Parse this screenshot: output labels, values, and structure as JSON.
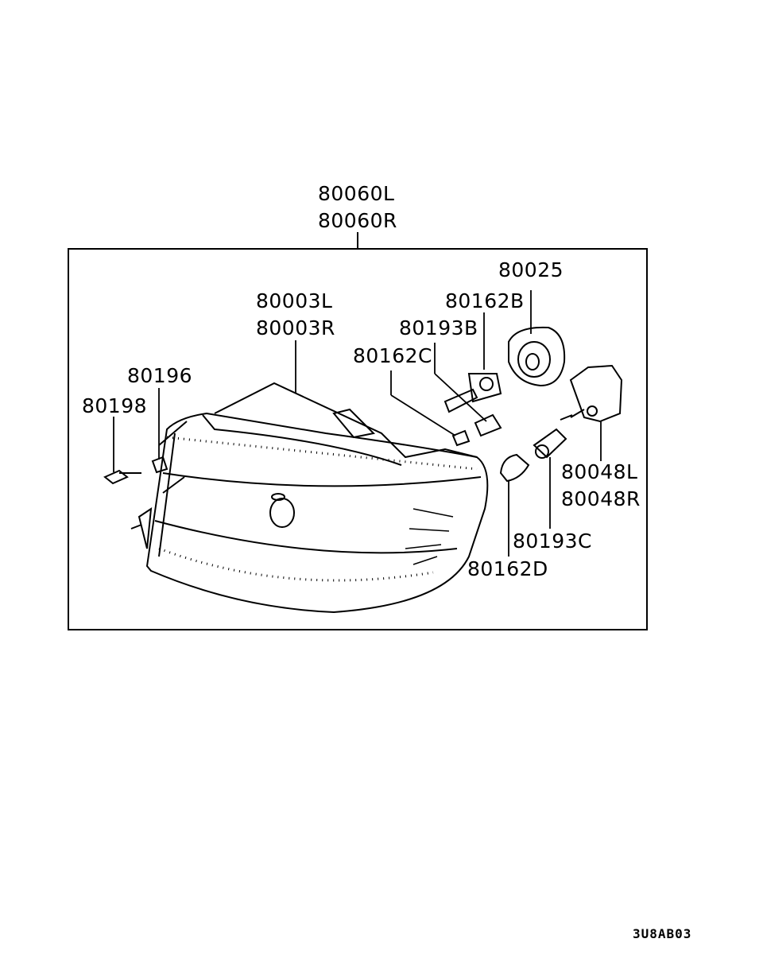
{
  "assembly_labels": [
    "80060L",
    "80060R"
  ],
  "parts": {
    "p80025": "80025",
    "p80003": [
      "80003L",
      "80003R"
    ],
    "p80162B": "80162B",
    "p80193B": "80193B",
    "p80162C": "80162C",
    "p80196": "80196",
    "p80198": "80198",
    "p80048": [
      "80048L",
      "80048R"
    ],
    "p80193C": "80193C",
    "p80162D": "80162D"
  },
  "diagram_code": "3U8AB03"
}
